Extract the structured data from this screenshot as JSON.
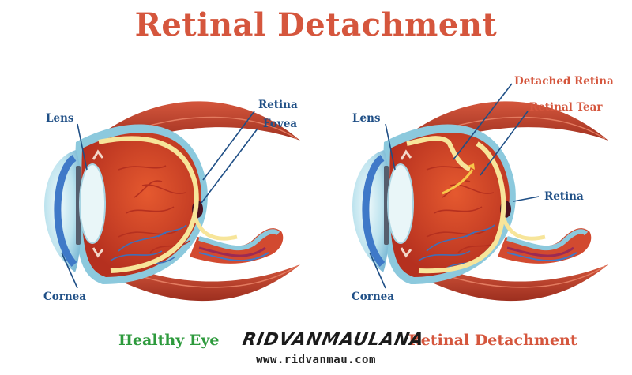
{
  "title": "Retinal Detachment",
  "healthy_eye": {
    "caption": "Healthy Eye",
    "labels": {
      "lens": "Lens",
      "retina": "Retina",
      "fovea": "Fovea",
      "cornea": "Cornea"
    }
  },
  "detached_eye": {
    "caption": "Retinal Detachment",
    "labels": {
      "lens": "Lens",
      "detached_retina": "Detached Retina",
      "retinal_tear": "Retinal Tear",
      "retina": "Retina",
      "cornea": "Cornea"
    }
  },
  "watermark": {
    "name": "RIDVANMAULANA",
    "url": "www.ridvanmau.com"
  },
  "colors": {
    "title": "#d5563d",
    "label_blue": "#1f4f86",
    "healthy_caption": "#2d9a3c",
    "eye_red": "#d84a2e",
    "retina_yellow": "#f7e59a",
    "cornea_blue": "#3f79c8",
    "muscle_red": "#c94a33"
  }
}
